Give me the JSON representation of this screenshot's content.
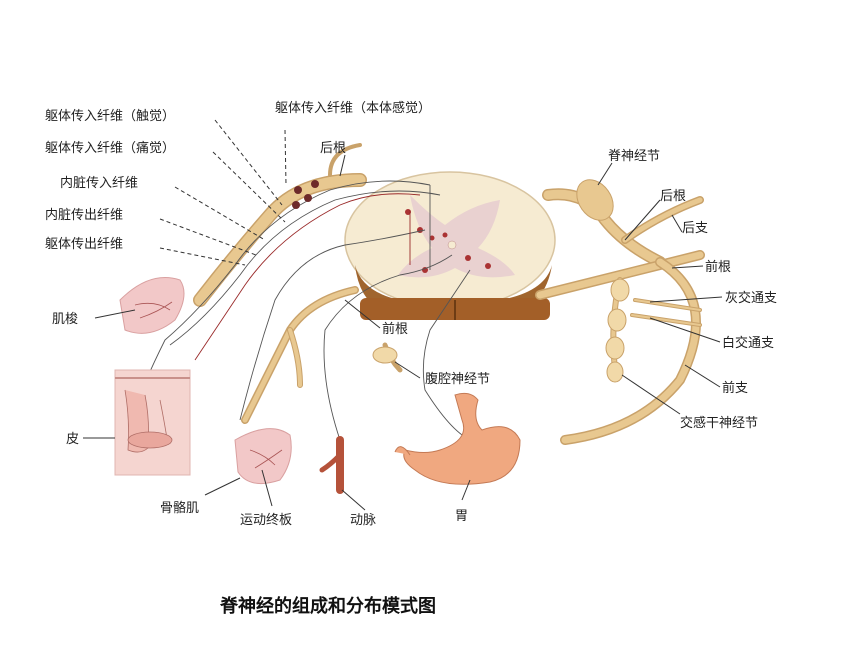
{
  "caption": "脊神经的组成和分布模式图",
  "labels": {
    "somatic_afferent_touch": "躯体传入纤维（触觉）",
    "somatic_afferent_pain": "躯体传入纤维（痛觉）",
    "somatic_afferent_proprio": "躯体传入纤维（本体感觉）",
    "visceral_afferent": "内脏传入纤维",
    "visceral_efferent": "内脏传出纤维",
    "somatic_efferent": "躯体传出纤维",
    "dorsal_root_top": "后根",
    "spinal_ganglion": "脊神经节",
    "dorsal_root_right": "后根",
    "dorsal_branch": "后支",
    "ventral_root_right": "前根",
    "gray_ramus": "灰交通支",
    "white_ramus": "白交通支",
    "ventral_branch": "前支",
    "sympathetic_ganglion": "交感干神经节",
    "muscle_spindle": "肌梭",
    "ventral_root_center": "前根",
    "celiac_ganglion": "腹腔神经节",
    "skin": "皮",
    "skeletal_muscle": "骨骼肌",
    "motor_endplate": "运动终板",
    "artery": "动脉",
    "stomach": "胃"
  }
}
